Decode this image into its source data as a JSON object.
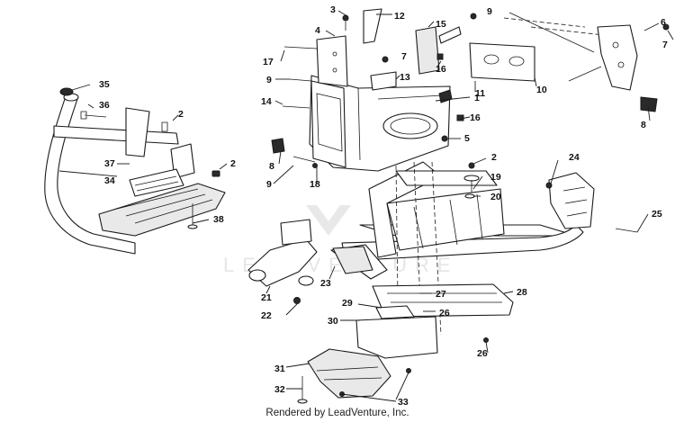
{
  "callouts": [
    "1",
    "2",
    "3",
    "4",
    "5",
    "6",
    "7",
    "8",
    "9",
    "10",
    "11",
    "12",
    "13",
    "14",
    "15",
    "16",
    "17",
    "18",
    "19",
    "20",
    "21",
    "22",
    "23",
    "24",
    "25",
    "26",
    "27",
    "28",
    "29",
    "30",
    "31",
    "32",
    "33",
    "34",
    "35",
    "36",
    "37",
    "38"
  ],
  "watermark": "LEADVENTURE",
  "credit": "Rendered by LeadVenture, Inc.",
  "colors": {
    "line": "#1a1a1a",
    "background": "#ffffff",
    "watermark": "#e4e4e4"
  }
}
